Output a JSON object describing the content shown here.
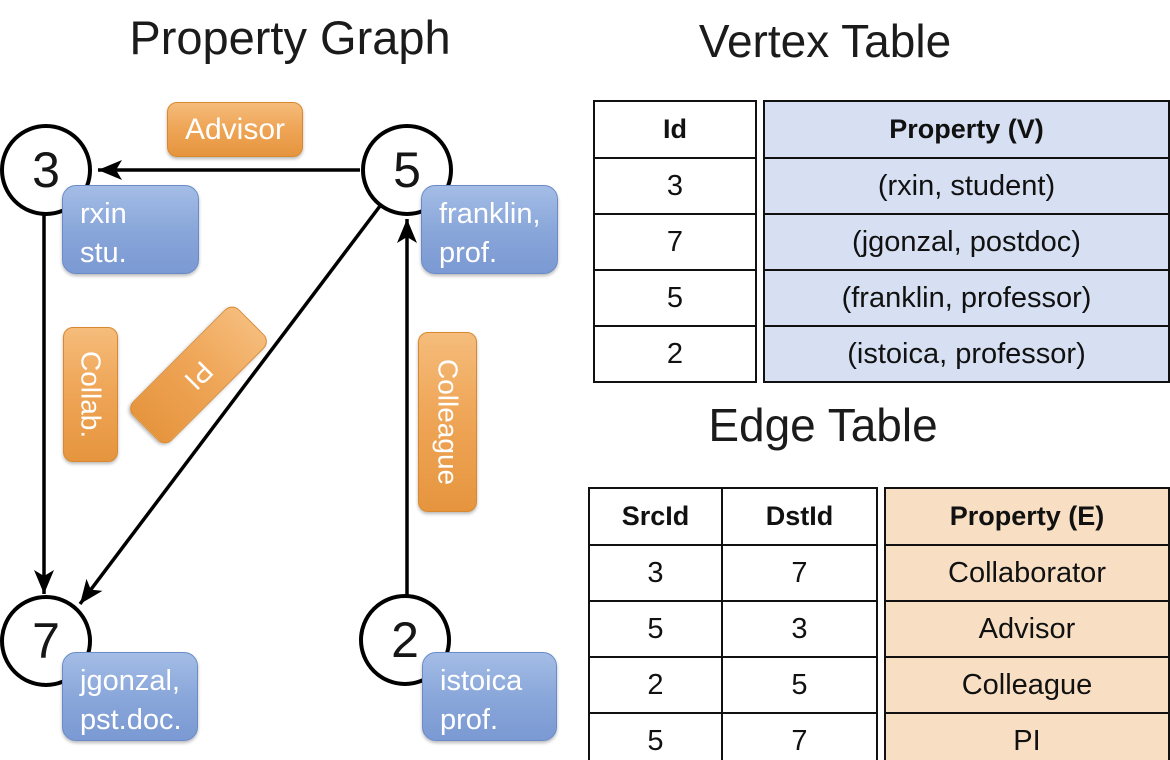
{
  "colors": {
    "orange_box_top": "#F5BC7B",
    "orange_box_bottom": "#E6953E",
    "orange_box_border": "#D8892F",
    "blue_box_top": "#A4BDE6",
    "blue_box_bottom": "#7B99D3",
    "blue_box_border": "#6A8BC7",
    "vertex_column_fill": "#D6E0F2",
    "edge_column_fill": "#F8DFC4",
    "line_color": "#000000"
  },
  "graph": {
    "title": "Property Graph",
    "nodes": [
      {
        "id": "3",
        "prop_lines": [
          "rxin",
          "stu."
        ]
      },
      {
        "id": "5",
        "prop_lines": [
          "franklin,",
          "prof."
        ]
      },
      {
        "id": "7",
        "prop_lines": [
          "jgonzal,",
          "pst.doc."
        ]
      },
      {
        "id": "2",
        "prop_lines": [
          "istoica",
          "prof."
        ]
      }
    ],
    "edges": [
      {
        "label": "Advisor",
        "src": "5",
        "dst": "3"
      },
      {
        "label": "Collab.",
        "src": "3",
        "dst": "7"
      },
      {
        "label": "PI",
        "src": "5",
        "dst": "7"
      },
      {
        "label": "Colleague",
        "src": "2",
        "dst": "5"
      }
    ]
  },
  "vertex_table": {
    "title": "Vertex Table",
    "headers": {
      "id": "Id",
      "property": "Property (V)"
    },
    "rows": [
      {
        "id": "3",
        "property": "(rxin, student)"
      },
      {
        "id": "7",
        "property": "(jgonzal, postdoc)"
      },
      {
        "id": "5",
        "property": "(franklin, professor)"
      },
      {
        "id": "2",
        "property": "(istoica, professor)"
      }
    ]
  },
  "edge_table": {
    "title": "Edge Table",
    "headers": {
      "src": "SrcId",
      "dst": "DstId",
      "property": "Property (E)"
    },
    "rows": [
      {
        "src": "3",
        "dst": "7",
        "property": "Collaborator"
      },
      {
        "src": "5",
        "dst": "3",
        "property": "Advisor"
      },
      {
        "src": "2",
        "dst": "5",
        "property": "Colleague"
      },
      {
        "src": "5",
        "dst": "7",
        "property": "PI"
      }
    ]
  }
}
